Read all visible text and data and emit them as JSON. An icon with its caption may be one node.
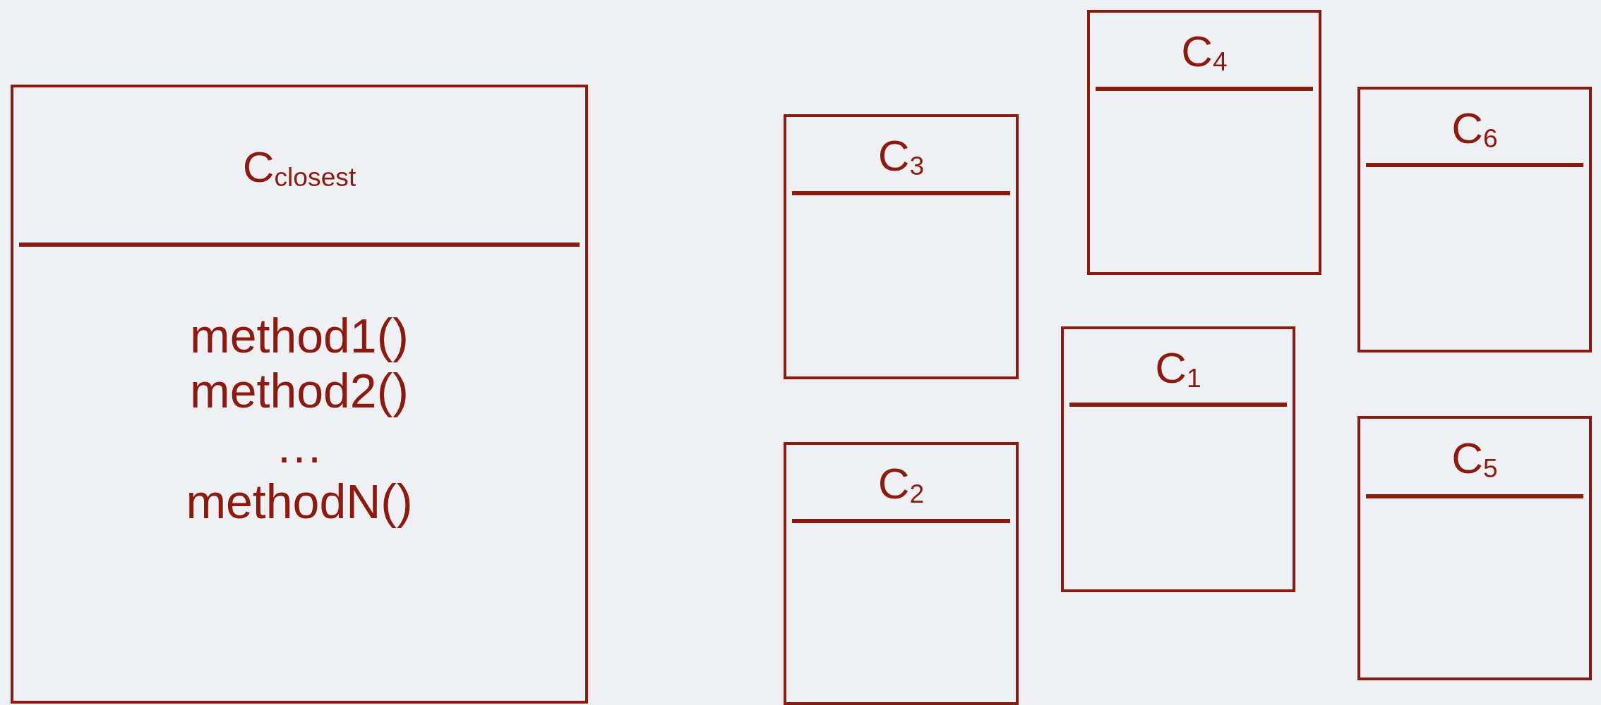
{
  "diagram": {
    "nodes": [
      {
        "text": [
          "C$_{closest}$",
          "method1()",
          "method2()",
          "…",
          "methodN()"
        ]
      },
      {
        "text": [
          "C$_{3}$"
        ]
      },
      {
        "text": [
          "C$_{2}$"
        ]
      },
      {
        "text": [
          "C$_{4}$"
        ]
      },
      {
        "text": [
          "C$_{1}$"
        ]
      },
      {
        "text": [
          "C$_{6}$"
        ]
      },
      {
        "text": [
          "C$_{5}$"
        ]
      }
    ],
    "edges": []
  }
}
